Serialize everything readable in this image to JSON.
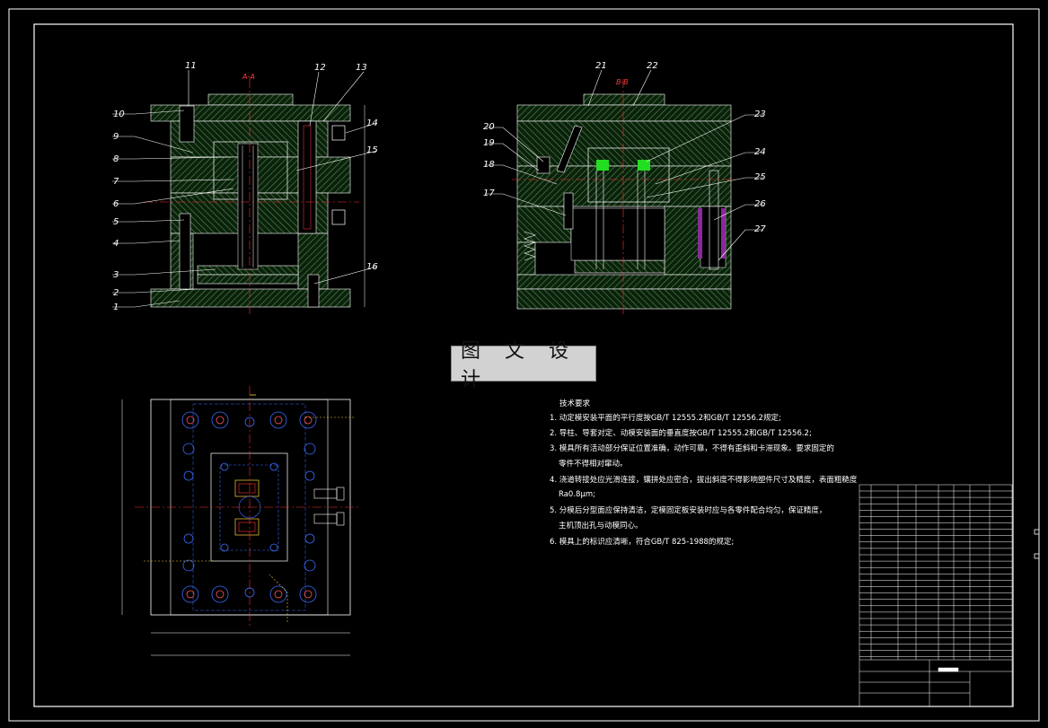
{
  "watermark": "图 文 设 计",
  "views": {
    "section_a": {
      "label": "A-A",
      "parts": [
        "1",
        "2",
        "3",
        "4",
        "5",
        "6",
        "7",
        "8",
        "9",
        "10",
        "11",
        "12",
        "13",
        "14",
        "15",
        "16"
      ]
    },
    "section_b": {
      "label": "B-B",
      "parts": [
        "17",
        "18",
        "19",
        "20",
        "21",
        "22",
        "23",
        "24",
        "25",
        "26",
        "27"
      ]
    }
  },
  "notes": {
    "heading": "技术要求",
    "items": [
      "1. 动定模安装平面的平行度按GB/T 12555.2和GB/T 12556.2规定;",
      "2. 导柱、导套对定、动模安装面的垂直度按GB/T 12555.2和GB/T 12556.2;",
      "3. 模具所有活动部分保证位置准确，动作可靠，不得有歪斜和卡滞现象。要求固定的",
      "零件不得相对窜动。",
      "4. 浇道转接处应光滑连接，镶拼处应密合，拔出斜度不得影响塑件尺寸及精度，表面粗糙度",
      "Ra0.8μm;",
      "5. 分模后分型面应保持清洁，定模固定板安装时应与各零件配合均匀，保证精度，",
      "主机顶出孔与动模同心。",
      "6. 模具上的标识应清晰，符合GB/T 825-1988的规定;"
    ]
  },
  "colors": {
    "border": "#ffffff",
    "hatch": "#2f7a2f",
    "centerline": "#ff3030",
    "hidden": "#3a6cff",
    "highlight": "#22dd22",
    "leader": "#ffffff"
  }
}
